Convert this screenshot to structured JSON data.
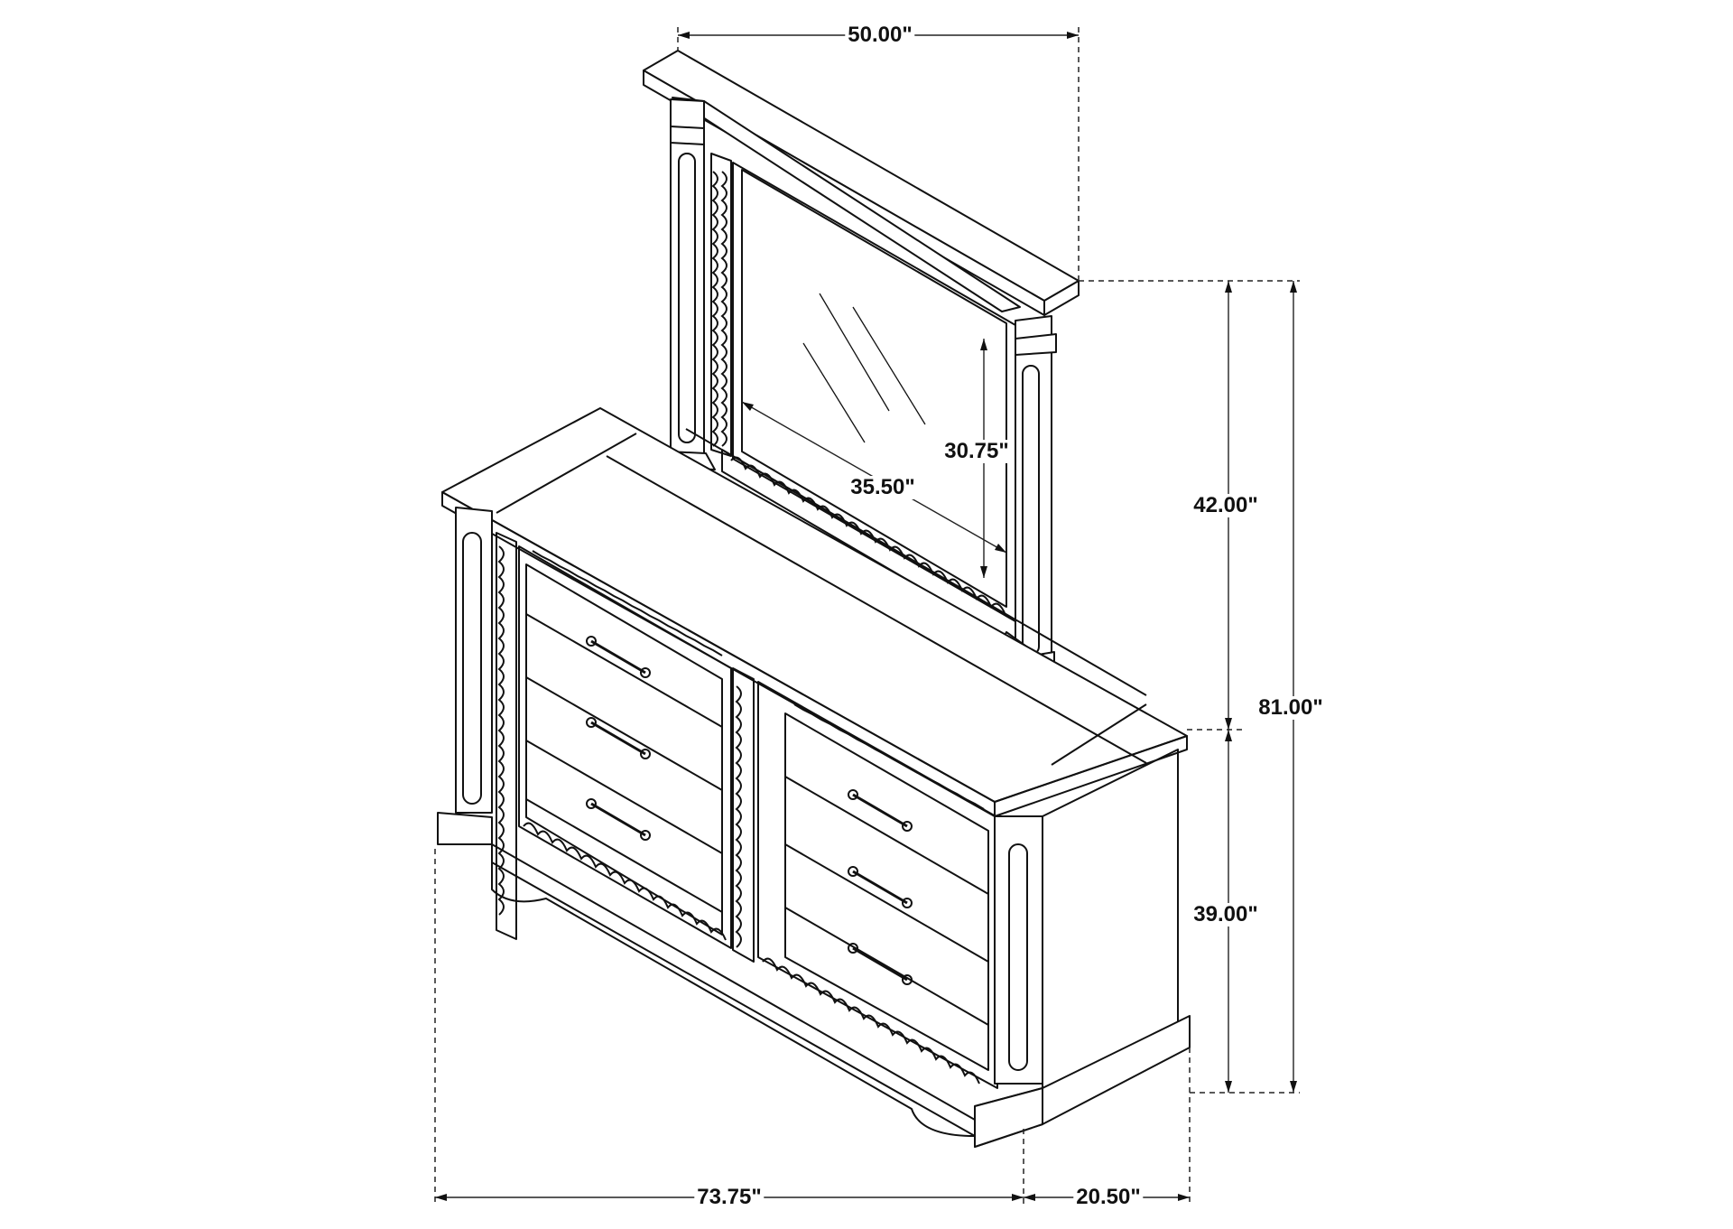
{
  "diagram": {
    "subject": "Dresser with mirror dimension drawing",
    "line_color": "#111111",
    "background": "#ffffff",
    "mirror": {
      "overall_width": "50.00\"",
      "glass_width": "35.50\"",
      "glass_height": "30.75\"",
      "overall_height": "42.00\""
    },
    "dresser": {
      "width": "73.75\"",
      "depth": "20.50\"",
      "height": "39.00\""
    },
    "combined_height": "81.00\"",
    "drawers": {
      "left_bank_count": 3,
      "right_bank_count": 3
    }
  }
}
